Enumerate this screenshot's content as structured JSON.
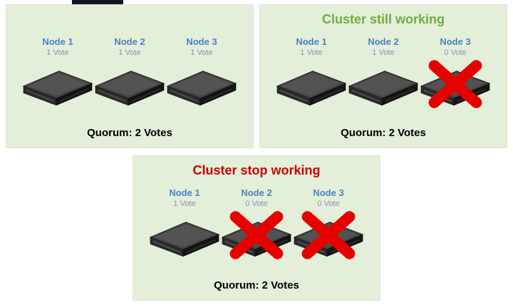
{
  "colors": {
    "panel_bg": "#e3efd9",
    "node_name": "#4f81bd",
    "vote_text": "#8496b0",
    "title_green": "#6fae3e",
    "title_red": "#cc0000",
    "cross_red": "#e60000",
    "quorum_text": "#000000"
  },
  "panels": [
    {
      "title": "",
      "title_color": "",
      "nodes": [
        {
          "name": "Node 1",
          "vote": "1 Vote",
          "failed": false
        },
        {
          "name": "Node 2",
          "vote": "1 Vote",
          "failed": false
        },
        {
          "name": "Node 3",
          "vote": "1 Vote",
          "failed": false
        }
      ],
      "quorum": "Quorum: 2 Votes"
    },
    {
      "title": "Cluster still working",
      "title_color": "#6fae3e",
      "nodes": [
        {
          "name": "Node 1",
          "vote": "1 Vote",
          "failed": false
        },
        {
          "name": "Node 2",
          "vote": "1 Vote",
          "failed": false
        },
        {
          "name": "Node 3",
          "vote": "0 Vote",
          "failed": true
        }
      ],
      "quorum": "Quorum: 2 Votes"
    },
    {
      "title": "Cluster stop working",
      "title_color": "#cc0000",
      "nodes": [
        {
          "name": "Node 1",
          "vote": "1 Vote",
          "failed": false
        },
        {
          "name": "Node 2",
          "vote": "0 Vote",
          "failed": true
        },
        {
          "name": "Node 3",
          "vote": "0 Vote",
          "failed": true
        }
      ],
      "quorum": "Quorum: 2 Votes"
    }
  ]
}
